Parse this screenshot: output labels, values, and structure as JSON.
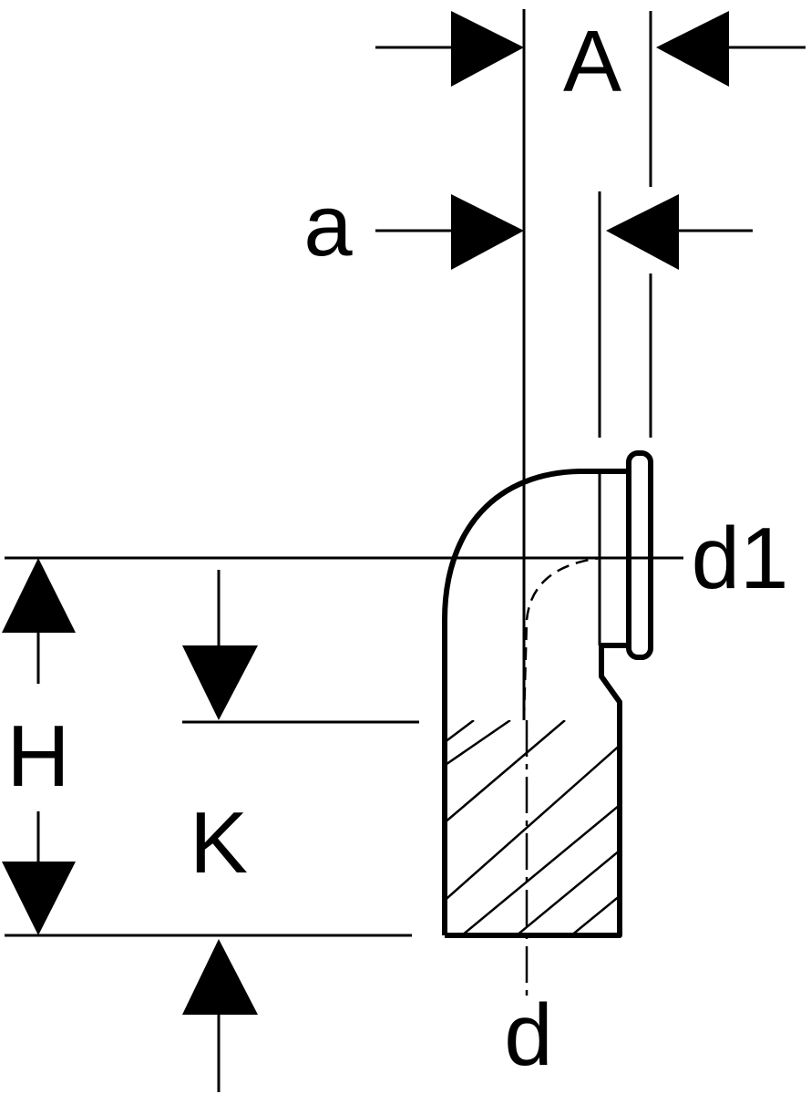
{
  "drawing": {
    "labels": {
      "A": "A",
      "a": "a",
      "d1": "d1",
      "H": "H",
      "K": "K",
      "d": "d"
    },
    "line_color": "#000000",
    "background": "#ffffff"
  }
}
